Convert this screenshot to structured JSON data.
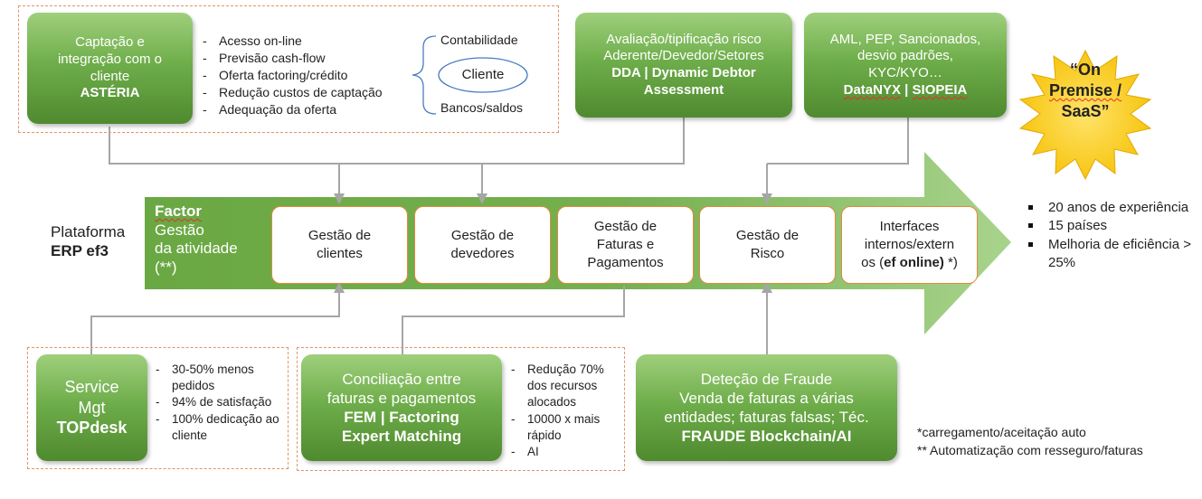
{
  "platform": {
    "line1": "Plataforma",
    "line2": "ERP ef3"
  },
  "arrow": {
    "factor": "Factor",
    "lines": [
      "Gestão",
      "da atividade",
      "(**)"
    ],
    "modules": [
      {
        "lines": [
          "Gestão de",
          "clientes"
        ]
      },
      {
        "lines": [
          "Gestão de",
          "devedores"
        ]
      },
      {
        "lines": [
          "Gestão de",
          "Faturas e",
          "Pagamentos"
        ]
      },
      {
        "lines": [
          "Gestão de",
          "Risco"
        ]
      }
    ],
    "interfaces": {
      "l1": "Interfaces",
      "l2": "internos/extern",
      "l3a": "os (",
      "l3b": "ef online)",
      "l3c": " *)"
    }
  },
  "asteria": {
    "lines": [
      "Captação e",
      "integração com o",
      "cliente"
    ],
    "brand": "ASTÉRIA",
    "bullets": [
      "Acesso on-line",
      "Previsão cash-flow",
      "Oferta factoring/crédito",
      "Redução custos de captação",
      "Adequação da oferta"
    ],
    "brace_top": "Contabilidade",
    "brace_center": "Cliente",
    "brace_bottom": "Bancos/saldos"
  },
  "dda": {
    "lines": [
      "Avaliação/tipificação risco",
      "Aderente/Devedor/Setores"
    ],
    "bold1": "DDA | Dynamic Debtor",
    "bold2": "Assessment"
  },
  "aml": {
    "lines": [
      "AML, PEP, Sancionados,",
      "desvio padrões,",
      "KYC/KYO…"
    ],
    "bold_a": "DataNYX",
    "bold_sep": " | ",
    "bold_b": "SIOPEIA"
  },
  "star": {
    "lines": [
      "“On",
      "Premise /",
      "SaaS”"
    ],
    "color": "#f5c400"
  },
  "benefits": [
    "20 anos de experiência",
    "15 países",
    "Melhoria de eficiência > 25%"
  ],
  "service": {
    "lines": [
      "Service",
      "Mgt"
    ],
    "brand": "TOPdesk",
    "bullets": [
      "30-50% menos pedidos",
      "94% de satisfação",
      "100% dedicação ao cliente"
    ]
  },
  "fem": {
    "lines": [
      "Conciliação entre",
      "faturas e pagamentos"
    ],
    "bold1": "FEM | Factoring",
    "bold2": "Expert Matching",
    "bullets": [
      "Redução 70% dos recursos alocados",
      "10000 x mais rápido",
      "AI"
    ]
  },
  "fraud": {
    "lines": [
      "Deteção de Fraude",
      "Venda de faturas a várias",
      "entidades; faturas falsas; Téc."
    ],
    "bold": "FRAUDE Blockchain/AI"
  },
  "notes": [
    "*carregamento/aceitação auto",
    "** Automatização com resseguro/faturas"
  ],
  "colors": {
    "green_light": "#9fcf7c",
    "green_dark": "#4f8a2f",
    "orange_border": "#e28a3b",
    "connector": "#a6a6a6"
  }
}
